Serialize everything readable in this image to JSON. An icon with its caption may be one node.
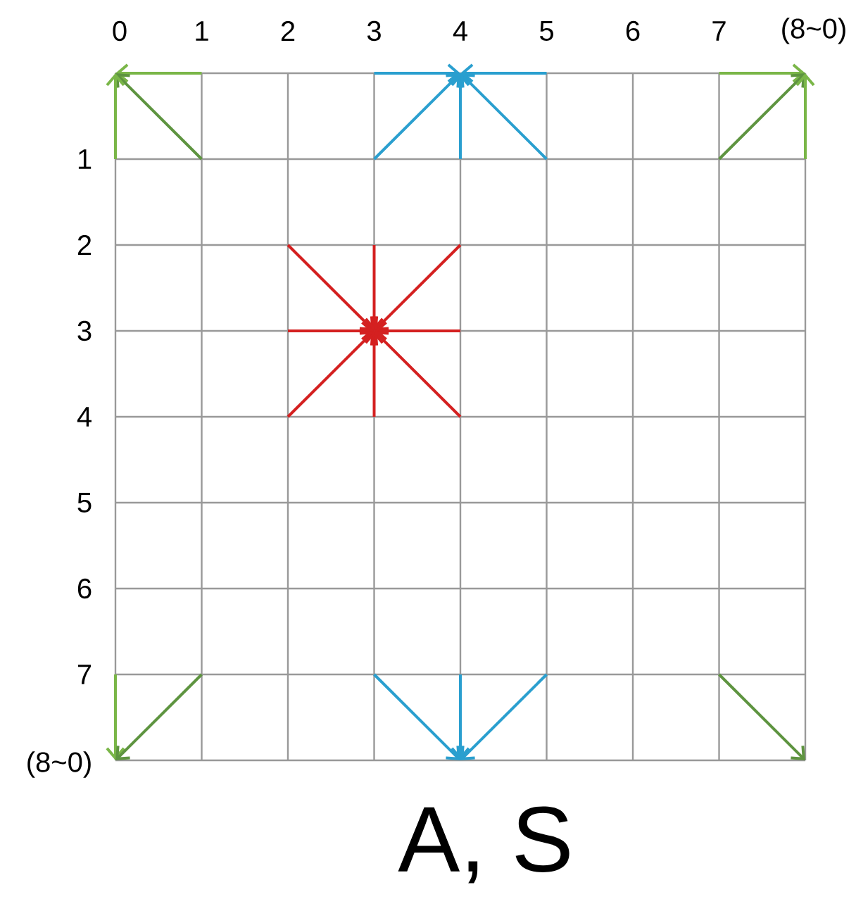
{
  "diagram": {
    "labels": [
      "0",
      "1",
      "2",
      "3",
      "4",
      "5",
      "6",
      "7",
      "(8~0)",
      "1",
      "2",
      "3",
      "4",
      "5",
      "6",
      "7",
      "(8~0)",
      "A, S"
    ]
  }
}
